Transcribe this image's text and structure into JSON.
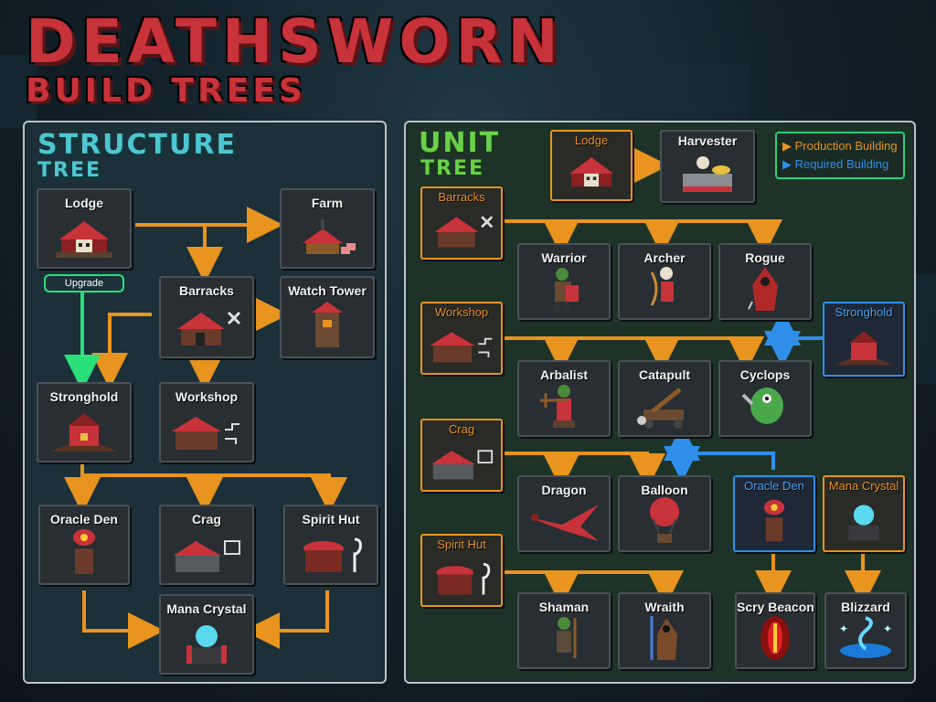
{
  "title": {
    "line1": "DEATHSWORN",
    "line2": "BUILD TREES"
  },
  "colors": {
    "title_red": "#c8323a",
    "production_orange": "#e8941f",
    "required_blue": "#2f8fe8",
    "upgrade_green": "#2be07a",
    "structure_title": "#4fc6cf",
    "unit_title": "#6ad04a"
  },
  "structure_tree": {
    "title_line1": "STRUCTURE",
    "title_line2": "TREE",
    "upgrade_label": "Upgrade",
    "nodes": {
      "lodge": {
        "label": "Lodge",
        "icon": "lodge-skull-icon"
      },
      "farm": {
        "label": "Farm",
        "icon": "farm-house-icon"
      },
      "barracks": {
        "label": "Barracks",
        "icon": "barracks-icon"
      },
      "watch_tower": {
        "label": "Watch Tower",
        "icon": "watch-tower-icon"
      },
      "stronghold": {
        "label": "Stronghold",
        "icon": "stronghold-icon"
      },
      "workshop": {
        "label": "Workshop",
        "icon": "workshop-icon"
      },
      "oracle_den": {
        "label": "Oracle Den",
        "icon": "oracle-den-icon"
      },
      "crag": {
        "label": "Crag",
        "icon": "crag-icon"
      },
      "spirit_hut": {
        "label": "Spirit Hut",
        "icon": "spirit-hut-icon"
      },
      "mana_crystal": {
        "label": "Mana Crystal",
        "icon": "mana-crystal-icon"
      }
    }
  },
  "unit_tree": {
    "title_line1": "UNIT",
    "title_line2": "TREE",
    "legend": {
      "production": "Production Building",
      "required": "Required Building"
    },
    "nodes": {
      "lodge": {
        "label": "Lodge",
        "icon": "lodge-skull-icon",
        "kind": "production"
      },
      "harvester": {
        "label": "Harvester",
        "icon": "harvester-icon"
      },
      "barracks": {
        "label": "Barracks",
        "icon": "barracks-icon",
        "kind": "production"
      },
      "warrior": {
        "label": "Warrior",
        "icon": "warrior-icon"
      },
      "archer": {
        "label": "Archer",
        "icon": "archer-skeleton-icon"
      },
      "rogue": {
        "label": "Rogue",
        "icon": "rogue-hooded-icon"
      },
      "workshop": {
        "label": "Workshop",
        "icon": "workshop-icon",
        "kind": "production"
      },
      "stronghold": {
        "label": "Stronghold",
        "icon": "stronghold-icon",
        "kind": "required"
      },
      "arbalist": {
        "label": "Arbalist",
        "icon": "arbalist-icon"
      },
      "catapult": {
        "label": "Catapult",
        "icon": "catapult-icon"
      },
      "cyclops": {
        "label": "Cyclops",
        "icon": "cyclops-icon"
      },
      "crag": {
        "label": "Crag",
        "icon": "crag-icon",
        "kind": "production"
      },
      "dragon": {
        "label": "Dragon",
        "icon": "dragon-icon"
      },
      "balloon": {
        "label": "Balloon",
        "icon": "balloon-icon"
      },
      "oracle_den": {
        "label": "Oracle Den",
        "icon": "oracle-den-icon",
        "kind": "required"
      },
      "mana_crystal": {
        "label": "Mana Crystal",
        "icon": "mana-crystal-icon",
        "kind": "production"
      },
      "spirit_hut": {
        "label": "Spirit Hut",
        "icon": "spirit-hut-icon",
        "kind": "production"
      },
      "shaman": {
        "label": "Shaman",
        "icon": "shaman-icon"
      },
      "wraith": {
        "label": "Wraith",
        "icon": "wraith-icon"
      },
      "scry_beacon": {
        "label": "Scry Beacon",
        "icon": "scry-beacon-eye-icon"
      },
      "blizzard": {
        "label": "Blizzard",
        "icon": "blizzard-swirl-icon"
      }
    }
  }
}
